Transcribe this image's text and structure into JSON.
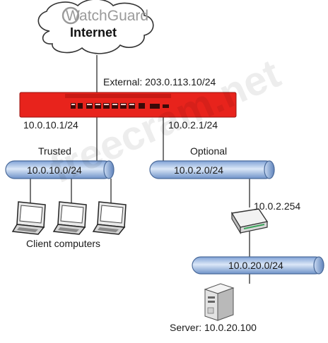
{
  "brand": {
    "logo_text": "WatchGuard",
    "cloud_label": "Internet"
  },
  "firewall": {
    "external_label": "External: 203.0.113.10/24"
  },
  "interfaces": {
    "trusted_ip": "10.0.10.1/24",
    "optional_ip": "10.0.2.1/24"
  },
  "networks": {
    "trusted": {
      "name": "Trusted",
      "subnet": "10.0.10.0/24"
    },
    "optional": {
      "name": "Optional",
      "subnet": "10.0.2.0/24"
    },
    "server_net": {
      "subnet": "10.0.20.0/24"
    }
  },
  "router": {
    "ip": "10.0.2.254"
  },
  "clients": {
    "label": "Client computers",
    "count": 3
  },
  "server": {
    "label": "Server: 10.0.20.100"
  },
  "watermark": "freecram.net",
  "colors": {
    "firewall_red": "#e8231c",
    "pipe_blue": "#a9c3e8",
    "pipe_edge": "#4a6a9a"
  }
}
